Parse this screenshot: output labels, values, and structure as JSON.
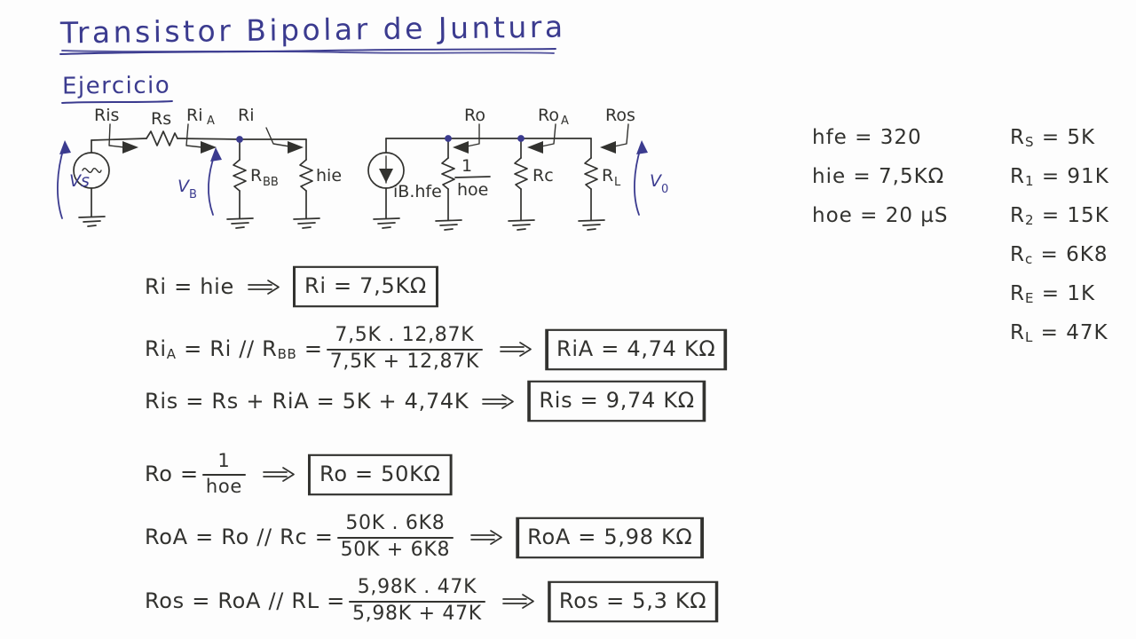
{
  "title": {
    "main": "Transistor   Bipolar   de   Juntura",
    "subtitle": "Ejercicio"
  },
  "circuit": {
    "labels": {
      "ris": "Ris",
      "rs": "Rs",
      "ria_base": "Ri",
      "ria_sub": "A",
      "ri": "Ri",
      "ro": "Ro",
      "roa_base": "Ro",
      "roa_sub": "A",
      "ros": "Ros",
      "rbb_base": "R",
      "rbb_sub": "BB",
      "hie": "hie",
      "rc_base": "Rc",
      "rl_base": "R",
      "rl_sub": "L",
      "source_current": "iB.hfe",
      "one_over_hoe_num": "1",
      "one_over_hoe_den": "hoe",
      "vs": "Vs",
      "vb_base": "V",
      "vb_sub": "B",
      "vo_base": "V",
      "vo_sub": "0"
    }
  },
  "params": {
    "left": [
      "hfe = 320",
      "hie = 7,5KΩ",
      "hoe = 20 µS"
    ],
    "right": [
      {
        "name": "R",
        "sub": "S",
        "value": "= 5K"
      },
      {
        "name": "R",
        "sub": "1",
        "value": "= 91K"
      },
      {
        "name": "R",
        "sub": "2",
        "value": "= 15K"
      },
      {
        "name": "R",
        "sub": "c",
        "value": "= 6K8"
      },
      {
        "name": "R",
        "sub": "E",
        "value": "= 1K"
      },
      {
        "name": "R",
        "sub": "L",
        "value": "= 47K"
      }
    ]
  },
  "derivations": {
    "ri": {
      "lhs": "Ri = hie",
      "result": "Ri = 7,5KΩ"
    },
    "ria": {
      "lhs_a": "Ri",
      "lhs_a_sub": "A",
      "lhs_b": "= Ri // R",
      "lhs_b_sub": "BB",
      "lhs_c": "=",
      "frac_num": "7,5K . 12,87K",
      "frac_den": "7,5K + 12,87K",
      "result": "RiA = 4,74 KΩ"
    },
    "ris": {
      "lhs": "Ris = Rs + RiA = 5K + 4,74K",
      "result": "Ris = 9,74 KΩ"
    },
    "ro": {
      "lhs": "Ro =",
      "frac_num": "1",
      "frac_den": "hoe",
      "result": "Ro = 50KΩ"
    },
    "roa": {
      "lhs": "RoA = Ro // Rc =",
      "frac_num": "50K . 6K8",
      "frac_den": "50K + 6K8",
      "result": "RoA = 5,98 KΩ"
    },
    "ros": {
      "lhs": "Ros = RoA // RL =",
      "frac_num": "5,98K . 47K",
      "frac_den": "5,98K + 47K",
      "result": "Ros = 5,3 KΩ"
    }
  },
  "colors": {
    "ink_blue": "#3b3b8f",
    "ink_pencil": "#32322f",
    "board": "#fdfdfd"
  }
}
